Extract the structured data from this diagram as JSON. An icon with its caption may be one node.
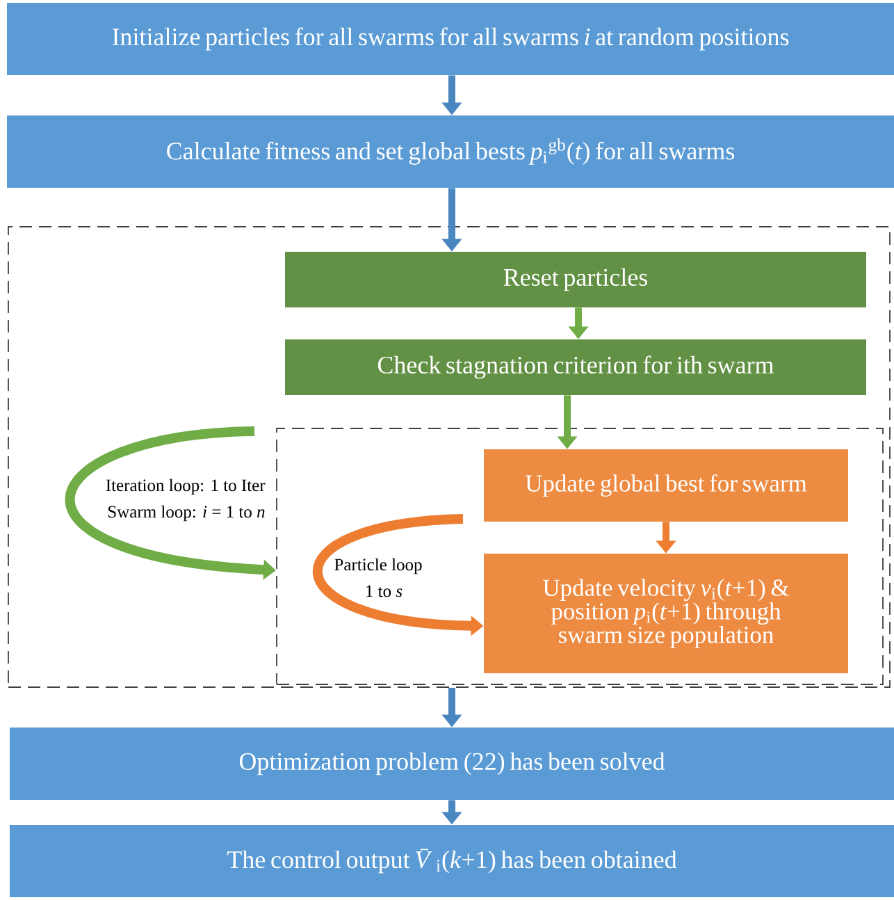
{
  "diagram": {
    "nodes": [
      {
        "text": [
          "Initialize particles for all swarms for all swarms *i* at random positions"
        ]
      },
      {
        "text": [
          "Calculate fitness and set global bests *p*$_{i}$$^{gb}$(*t*) for all swarms"
        ]
      },
      {
        "text": [],
        "shape": "box"
      },
      {
        "text": [
          "Reset particles"
        ],
        "in": 2
      },
      {
        "text": [
          "Check stagnation criterion for ith swarm"
        ],
        "in": 2
      },
      {
        "text": [],
        "shape": "box",
        "in": 2
      },
      {
        "text": [
          "Update global best for swarm"
        ],
        "in": 5
      },
      {
        "text": [
          "Update velocity *v*$_{i}$(*t*+1) & position *p*$_{i}$(*t*+1) through swarm size population"
        ],
        "in": 5
      },
      {
        "text": [
          "Optimization problem (22) has been solved"
        ]
      },
      {
        "text": [
          "The control output *V̄*$_{i}$(*k*+1) has been obtained"
        ]
      }
    ],
    "edges": [
      {
        "from": 0,
        "to": 1,
        "arrow": "to",
        "color": "#4a86c0"
      },
      {
        "from": 1,
        "to": 3,
        "arrow": "to",
        "color": "#4a86c0"
      },
      {
        "from": 3,
        "to": 4,
        "arrow": "to",
        "color": "#70ad47"
      },
      {
        "from": 4,
        "to": 6,
        "arrow": "to",
        "color": "#70ad47"
      },
      {
        "from": 6,
        "to": 7,
        "arrow": "to",
        "color": "#ed7d31"
      },
      {
        "from": null,
        "to": 5,
        "arrow": "to",
        "color": "#70ad47"
      },
      {
        "from": null,
        "to": 7,
        "arrow": "to",
        "color": "#ed7d31"
      },
      {
        "from": 2,
        "to": 8,
        "arrow": "to",
        "color": "#4a86c0"
      },
      {
        "from": 8,
        "to": 9,
        "arrow": "to",
        "color": "#4a86c0"
      }
    ],
    "labels": [
      "Iteration loop:  1 to Iter",
      "Swarm loop: *i* = 1 to *n*",
      "Particle loop",
      "1 to *s*"
    ]
  }
}
